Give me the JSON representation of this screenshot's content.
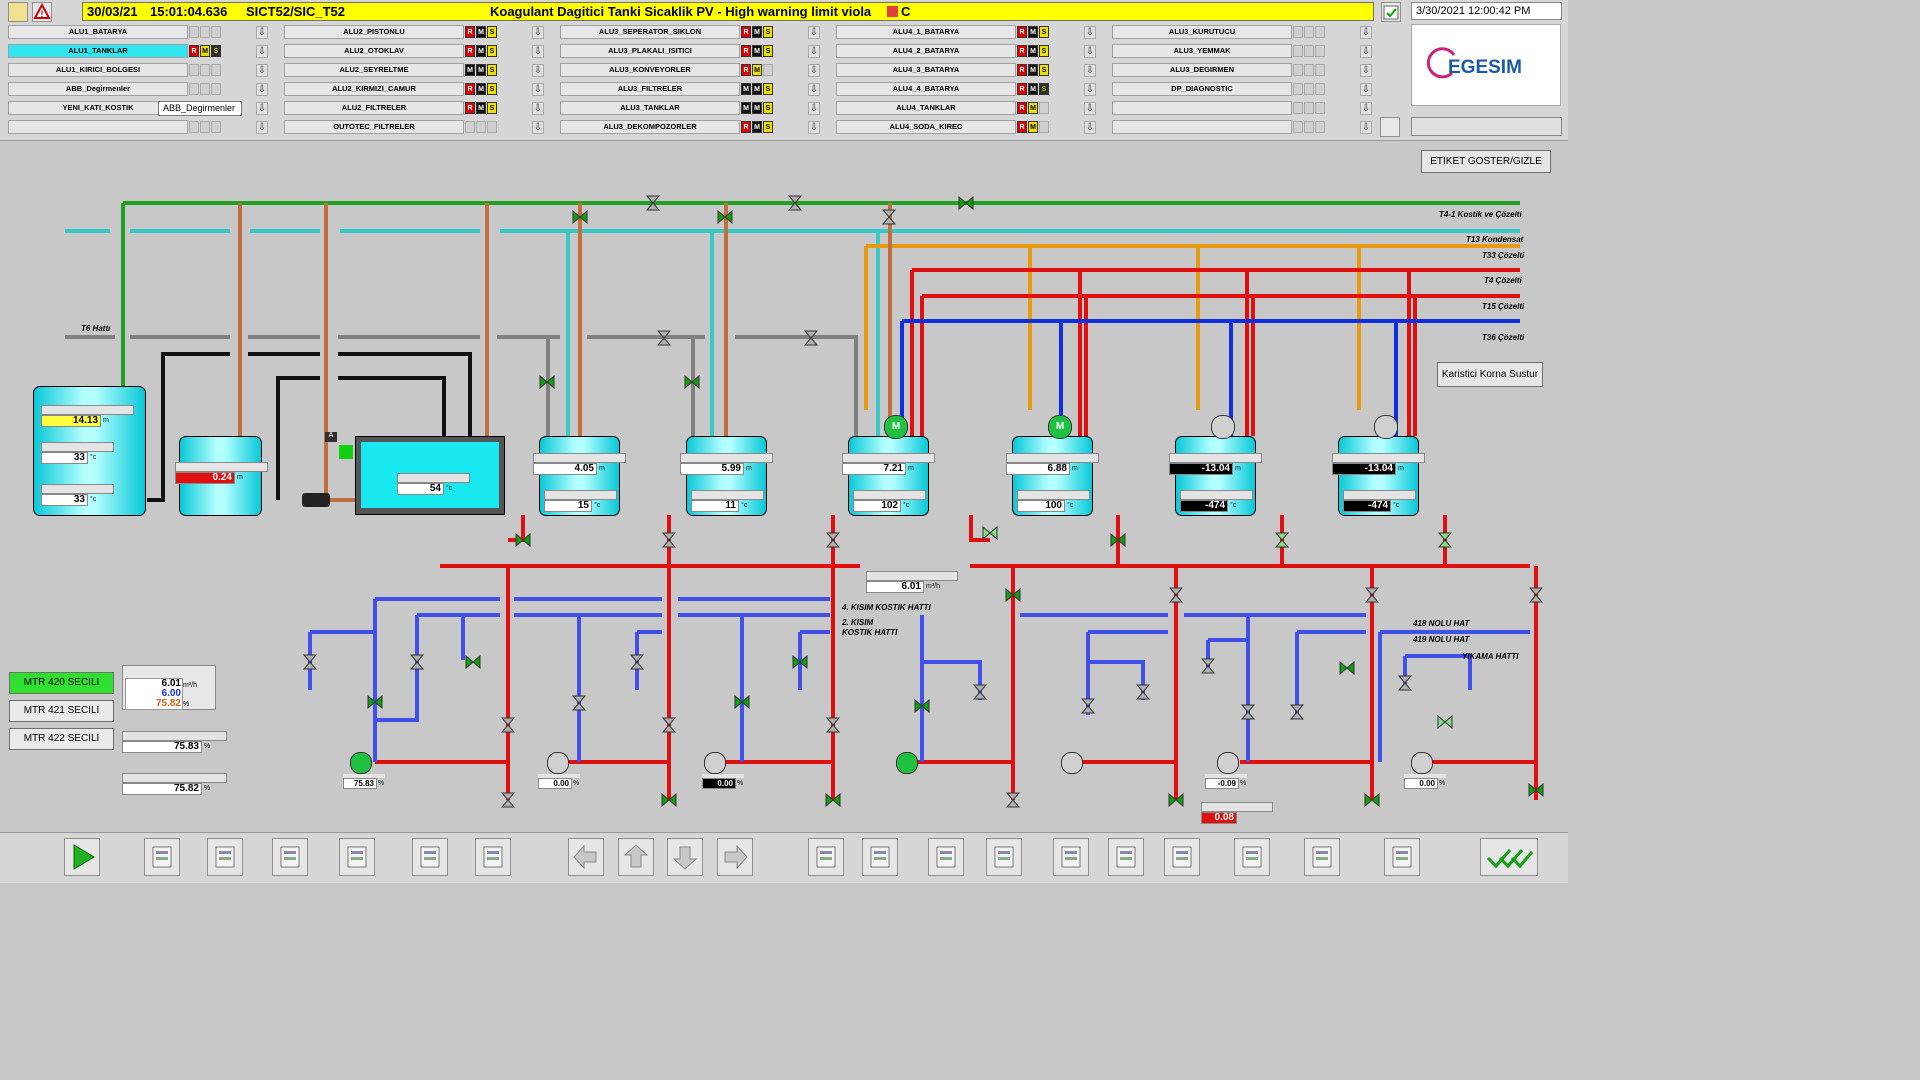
{
  "alarm": {
    "date": "30/03/21",
    "time": "15:01:04.636",
    "tag": "SICT52/SIC_T52",
    "message": "Koagulant Dagitici  Tanki Sicaklik PV - High warning limit viola",
    "unit": "C"
  },
  "clock": "3/30/2021 12:00:42 PM",
  "logo": "EGESIM",
  "nav": [
    {
      "label": "ALU1_BATARYA"
    },
    {
      "label": "ALU1_TANKLAR"
    },
    {
      "label": "ALU1_KIRICI_BOLGESI"
    },
    {
      "label": "ABB_Degirmenler"
    },
    {
      "label": "YENI_KATI_KOSTIK"
    },
    {
      "label": ""
    },
    {
      "label": "ALU2_PISTONLU"
    },
    {
      "label": "ALU2_OTOKLAV"
    },
    {
      "label": "ALU2_SEYRELTME"
    },
    {
      "label": "ALU2_KIRMIZI_CAMUR"
    },
    {
      "label": "ALU2_FILTRELER"
    },
    {
      "label": "OUTOTEC_FILTRELER"
    },
    {
      "label": "ALU3_SEPERATOR_SIKLON"
    },
    {
      "label": "ALU3_PLAKALI_ISITICI"
    },
    {
      "label": "ALU3_KONVEYORLER"
    },
    {
      "label": "ALU3_FILTRELER"
    },
    {
      "label": "ALU3_TANKLAR"
    },
    {
      "label": "ALU3_DEKOMPOZORLER"
    },
    {
      "label": "ALU4_1_BATARYA"
    },
    {
      "label": "ALU4_2_BATARYA"
    },
    {
      "label": "ALU4_3_BATARYA"
    },
    {
      "label": "ALU4_4_BATARYA"
    },
    {
      "label": "ALU4_TANKLAR"
    },
    {
      "label": "ALU4_SODA_KIREC"
    },
    {
      "label": "ALU3_KURUTUCU"
    },
    {
      "label": "ALU3_YEMMAK"
    },
    {
      "label": "ALU3_DEGIRMEN"
    },
    {
      "label": "DP_DIAGNOSTIC"
    },
    {
      "label": ""
    },
    {
      "label": ""
    }
  ],
  "tooltip": "ABB_Degirmenler",
  "buttons": {
    "etiket": "ETIKET GOSTER/GIZLE",
    "korna": "Karistici Korna Sustur"
  },
  "pipe_labels": {
    "t41": "T4-1 Kostik ve Çözelti",
    "t13": "T13 Kondensat",
    "t33": "T33 Çözelti",
    "t4": "T4  Çözelti",
    "t15": "T15 Çözelti",
    "t36": "T36 Çözelti",
    "t6": "T6 Hattı",
    "k4": "4. KISIM KOSTIK HATTI",
    "k2a": "2. KISIM",
    "k2b": "KOSTIK HATTI",
    "h418": "418 NOLU HAT",
    "h419": "419 NOLU HAT",
    "yikama": "YIKAMA HATTI"
  },
  "tanks": {
    "t1": {
      "level": "14.13",
      "temp1": "33",
      "temp2": "33",
      "lvl_unit": "m",
      "t_unit": "°c"
    },
    "t2": {
      "level": "0.24",
      "unit": "m"
    },
    "t3": {
      "temp": "54",
      "unit": "°c"
    },
    "t4": {
      "level": "4.05",
      "temp": "15"
    },
    "t5": {
      "level": "5.99",
      "temp": "11"
    },
    "t6": {
      "level": "7.21",
      "temp": "102"
    },
    "t7": {
      "level": "6.88",
      "temp": "100"
    },
    "t8": {
      "level": "-13.04",
      "temp": "-474"
    },
    "t9": {
      "level": "-13.04",
      "temp": "-474"
    }
  },
  "flow": {
    "value": "6.01",
    "unit": "m³/h"
  },
  "mtr": {
    "b1": "MTR 420 SECILI",
    "b2": "MTR 421 SECILI",
    "b3": "MTR 422 SECILI",
    "v1": "6.01",
    "v2": "6.00",
    "v3": "75.82",
    "u1": "m³/h",
    "u3": "%",
    "p1": "75.83",
    "p2": "75.82",
    "pu": "%"
  },
  "pumps": {
    "p1": "75.83",
    "p2": "0.00",
    "p3": "0.00",
    "p4": "-0.09",
    "p5": "0.00",
    "p6": "0.08"
  }
}
